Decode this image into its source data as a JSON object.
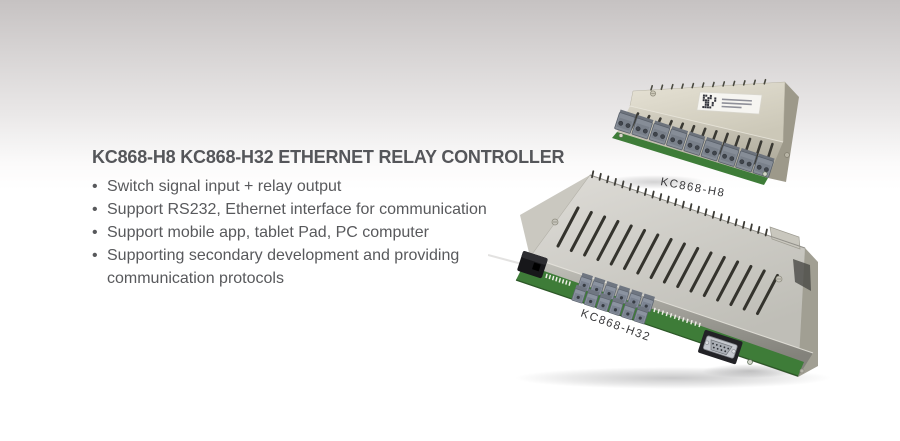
{
  "page": {
    "background": {
      "top_color": "#c5c1c1",
      "bottom_color": "#ffffff"
    }
  },
  "headline": {
    "title": "KC868-H8 KC868-H32 ETHERNET RELAY CONTROLLER",
    "color": "#55565a"
  },
  "features": {
    "text_color": "#58595c",
    "items": [
      "Switch signal input + relay output",
      "Support RS232, Ethernet interface for communication",
      "Support mobile app, tablet Pad, PC computer",
      "Supporting secondary development and providing communication protocols"
    ]
  },
  "devices": [
    {
      "id": "kc868-h8",
      "label": "KC868-H8",
      "vent_slots": 13,
      "back_vents": 12,
      "terminal_blocks": 9,
      "top_sticker": "qr-code-label"
    },
    {
      "id": "kc868-h32",
      "label": "KC868-H32",
      "vent_slots": 16,
      "back_vents": 24,
      "terminal_block_rows": 2,
      "terminal_blocks_per_row": 6,
      "front_ports": [
        "power-jack",
        "pin-headers",
        "terminal-blocks",
        "rs232-db9"
      ]
    }
  ],
  "colors": {
    "pcb_green": "#3e7c38",
    "terminal_gray": "#8b93a0",
    "enclosure_beige": "#d3cfc1",
    "enclosure_gray": "#cfcec8"
  }
}
